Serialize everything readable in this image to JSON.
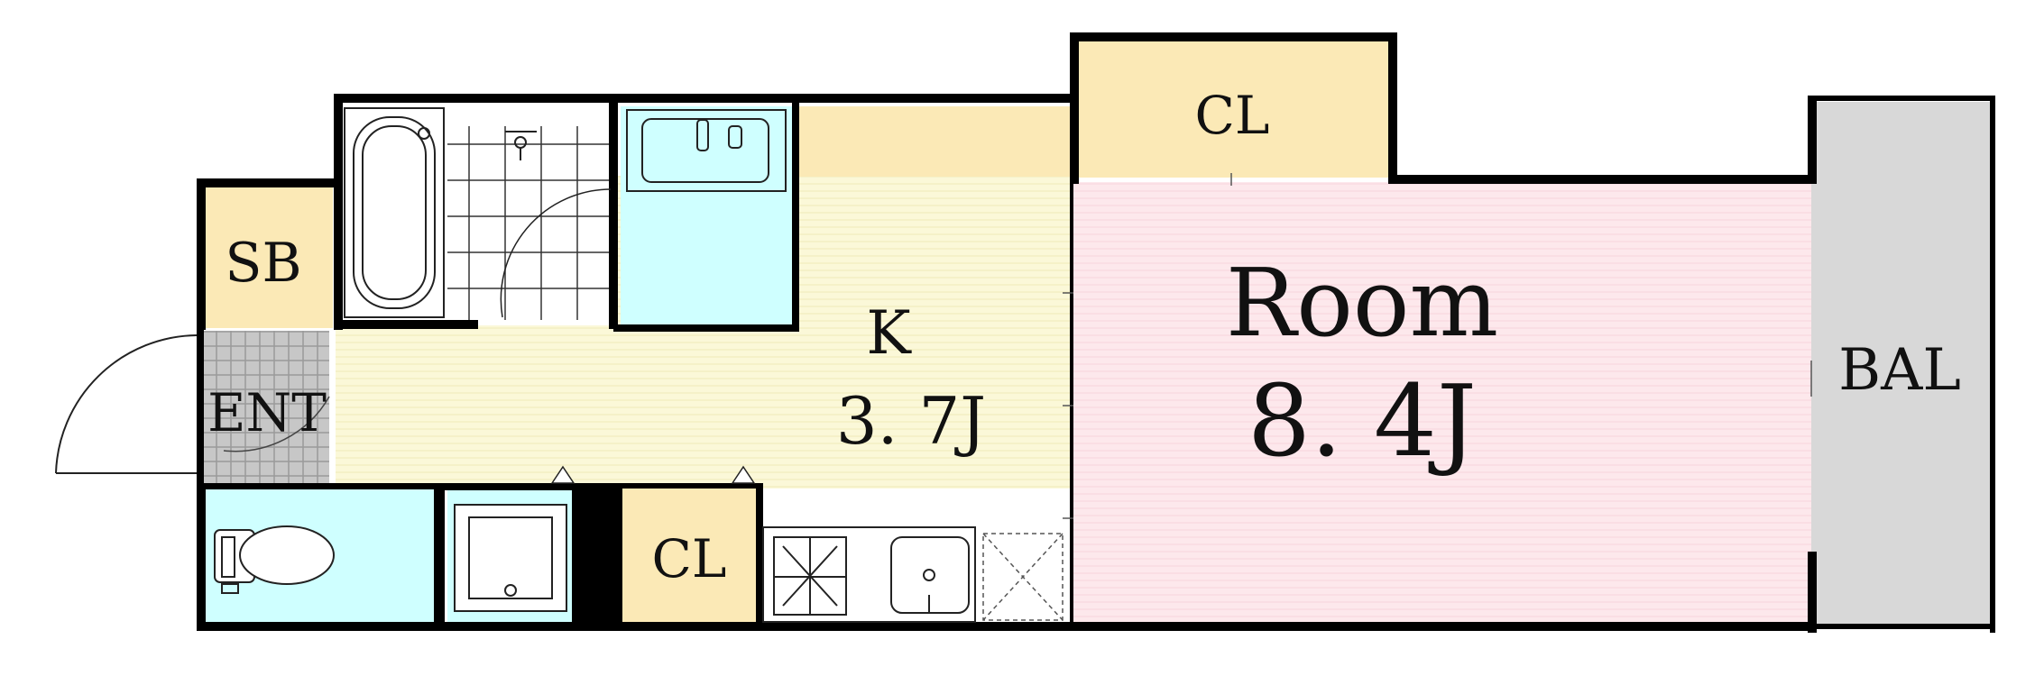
{
  "rooms": {
    "sb": "SB",
    "ent": "ENT",
    "kitchen_name": "K",
    "kitchen_size": "3. 7J",
    "room_name": "Room",
    "room_size": "8. 4J",
    "bal": "BAL",
    "cl_top": "CL",
    "cl_bottom": "CL"
  },
  "colors": {
    "wall": "#000000",
    "room": "#fde8ec",
    "kitchen": "#fbf8d8",
    "closet": "#fbe9b6",
    "wet_area": "#cfffff",
    "entrance_tile": "#c7c7c7",
    "balcony": "#d8d8d8"
  }
}
